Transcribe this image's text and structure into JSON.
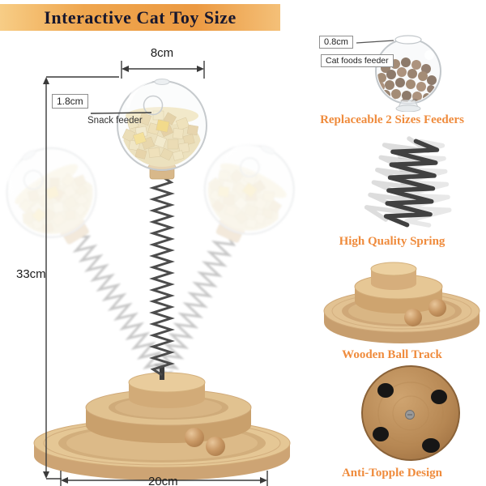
{
  "banner": {
    "title": "Interactive Cat Toy Size"
  },
  "diagram": {
    "globe_width": "8cm",
    "opening_size": "1.8cm",
    "snack_feeder": "Snack feeder",
    "height": "33cm",
    "base_width": "20cm"
  },
  "features": {
    "feeder": {
      "size": "0.8cm",
      "label": "Cat foods feeder",
      "caption": "Replaceable 2 Sizes Feeders"
    },
    "spring": {
      "caption": "High Quality Spring"
    },
    "track": {
      "caption": "Wooden Ball Track"
    },
    "antitopple": {
      "caption": "Anti-Topple Design"
    }
  },
  "colors": {
    "accent_orange": "#ef8b3c",
    "banner_orange": "#ec9a42",
    "wood_light": "#e5c795",
    "wood_dark": "#cda474",
    "spring_gray": "#4c4c4c"
  }
}
